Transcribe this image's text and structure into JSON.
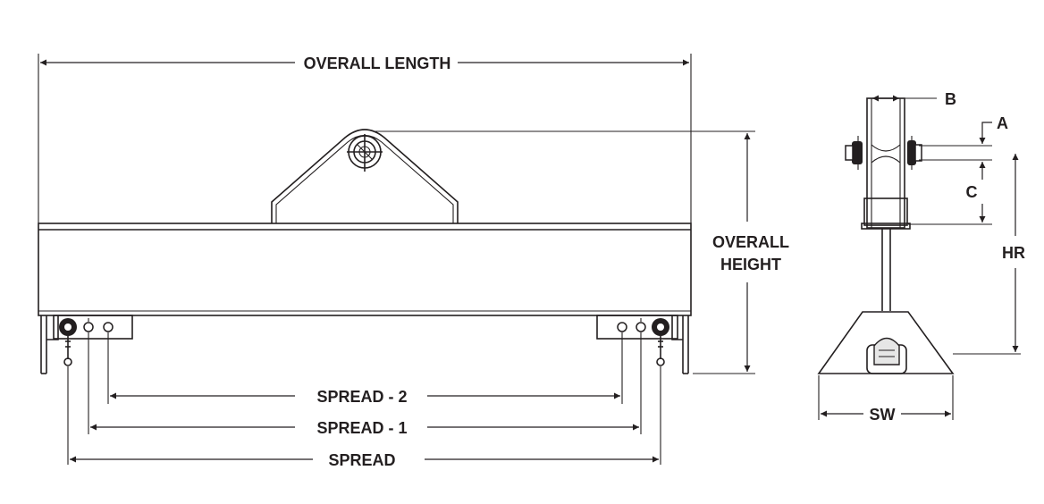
{
  "labels": {
    "overall_length": "OVERALL LENGTH",
    "overall_height_line1": "OVERALL",
    "overall_height_line2": "HEIGHT",
    "spread_2": "SPREAD - 2",
    "spread_1": "SPREAD - 1",
    "spread": "SPREAD",
    "b": "B",
    "a": "A",
    "c": "C",
    "hr": "HR",
    "sw": "SW"
  },
  "colors": {
    "ink": "#231f20",
    "background": "#ffffff"
  }
}
